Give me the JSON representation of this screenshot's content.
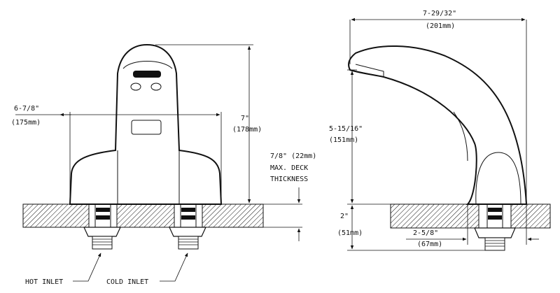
{
  "front": {
    "width_in": "6-7/8\"",
    "width_mm": "(175mm)",
    "height_in": "7\"",
    "height_mm": "(178mm)",
    "deck_line1": "7/8\" (22mm)",
    "deck_line2": "MAX. DECK",
    "deck_line3": "THICKNESS",
    "hot_inlet": "HOT INLET",
    "cold_inlet": "COLD INLET"
  },
  "side": {
    "reach_in": "7-29/32\"",
    "reach_mm": "(201mm)",
    "spout_height_in": "5-15/16\"",
    "spout_height_mm": "(151mm)",
    "shank_in": "2\"",
    "shank_mm": "(51mm)",
    "base_in": "2-5/8\"",
    "base_mm": "(67mm)"
  }
}
